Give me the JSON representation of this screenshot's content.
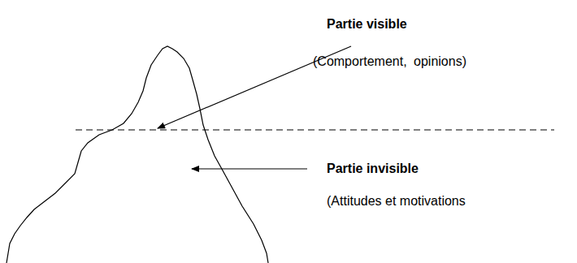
{
  "diagram": {
    "labels": [
      "Partie visible",
      "(Comportement, opinions)",
      "Partie invisible",
      "(Attitudes et motivations"
    ]
  }
}
